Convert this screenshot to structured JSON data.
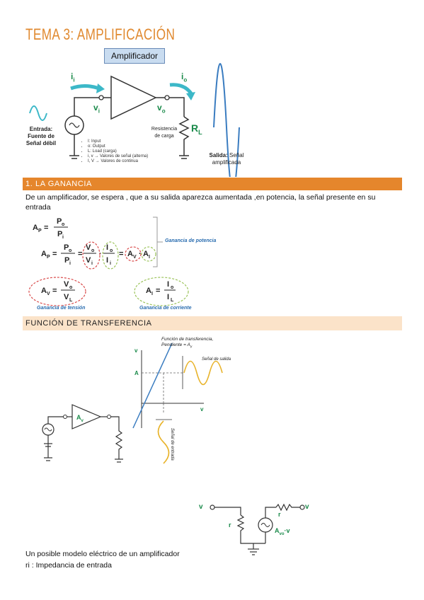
{
  "title": "TEMA 3: AMPLIFICACIÓN",
  "diagram1": {
    "box_label": "Amplificador",
    "ii": "i",
    "ii_sub": "i",
    "io": "i",
    "io_sub": "o",
    "vi": "v",
    "vi_sub": "i",
    "vo": "v",
    "vo_sub": "o",
    "rl": "R",
    "rl_sub": "L",
    "input_label": "Entrada:\nFuente de\nSeñal débil",
    "load_label": "Resistencia\nde carga",
    "output_label_bold": "Salida:",
    "output_label": "Señal\namplificada",
    "bullets": [
      "I: Input",
      "o: Output",
      "L: Load (carga)",
      "i, v → Valores de señal (alterna)",
      "I, V → Valores de continua"
    ]
  },
  "section1": {
    "header": "1. LA GANANCIA",
    "paragraph": "De un amplificador, se espera , que a su salida aparezca aumentada ,en potencia, la señal presente en su entrada",
    "power_gain_label": "Ganancia de potencia",
    "voltage_gain_label": "Ganancia de tensión",
    "current_gain_label": "Ganancia de corriente"
  },
  "section2": {
    "header": "FUNCIÓN DE TRANSFERENCIA",
    "transfer_label": "Función de transferencia,\nPendiente = A",
    "transfer_sub": "v",
    "output_signal_label": "Señal de salida",
    "input_signal_label": "Señal de entrada",
    "axis_vo": "v",
    "axis_vi": "v",
    "avvi": "A",
    "amp_label": "A",
    "amp_sub": "v"
  },
  "model": {
    "vi": "v",
    "vo": "v",
    "ri": "r",
    "ro": "r",
    "source": "A",
    "source_sub": "vo",
    "source_tail": "·v"
  },
  "footer": {
    "line1": "Un posible modelo eléctrico de un amplificador",
    "line2": "ri : Impedancia de entrada"
  },
  "colors": {
    "title": "#e0892f",
    "header_bar": "#e5862c",
    "header_bar_light": "#fbe3c9",
    "accent_green": "#1a8a4a",
    "accent_blue": "#2a6db0",
    "ellipse_red": "#d94a4a",
    "ellipse_green": "#9bc35a",
    "wave_blue": "#3a7cc0",
    "wave_teal": "#3cb8c8",
    "wave_yellow": "#e8b32a"
  }
}
